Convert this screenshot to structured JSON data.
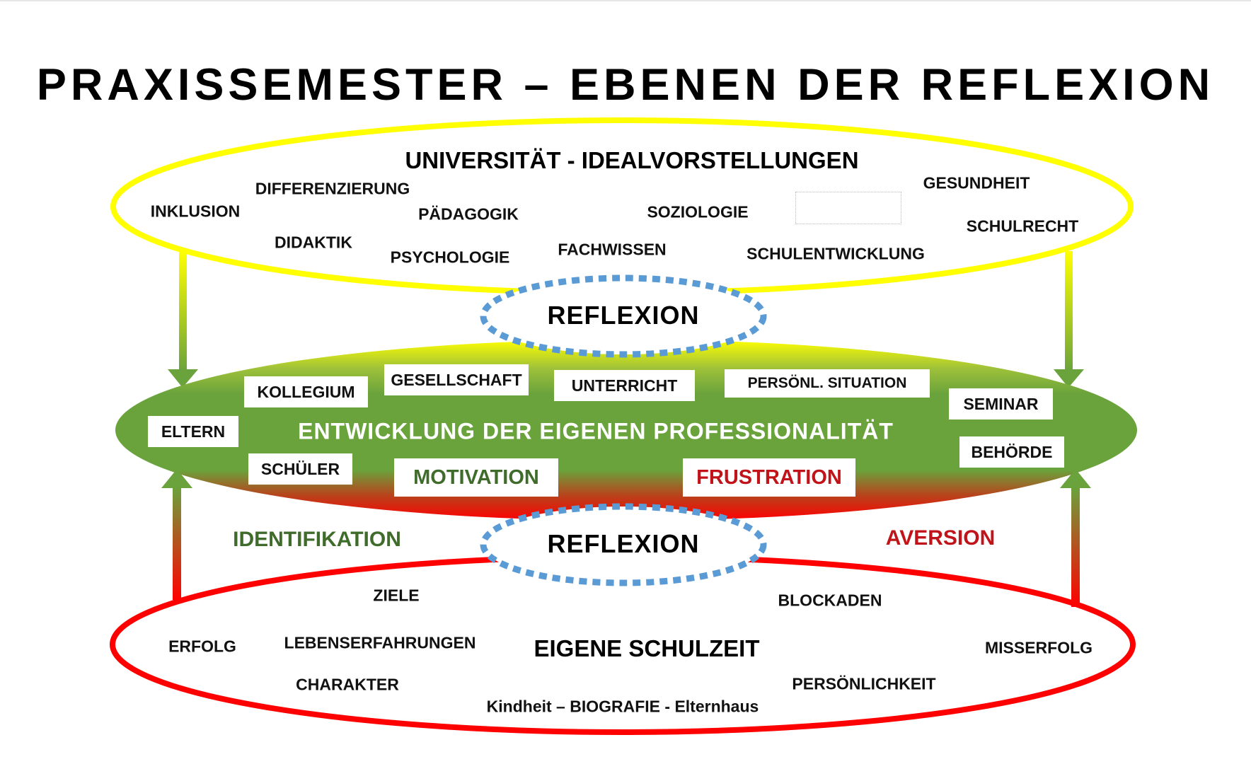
{
  "title": "PRAXISSEMESTER – EBENEN DER REFLEXION",
  "levels": {
    "university": {
      "heading": "UNIVERSITÄT - IDEALVORSTELLUNGEN",
      "terms": [
        "INKLUSION",
        "DIFFERENZIERUNG",
        "PÄDAGOGIK",
        "SOZIOLOGIE",
        "GESUNDHEIT",
        "DIDAKTIK",
        "PSYCHOLOGIE",
        "FACHWISSEN",
        "SCHULENTWICKLUNG",
        "SCHULRECHT"
      ],
      "color": "#ffff00"
    },
    "practice": {
      "heading": "ENTWICKLUNG DER EIGENEN PROFESSIONALITÄT",
      "boxes": [
        "KOLLEGIUM",
        "GESELLSCHAFT",
        "UNTERRICHT",
        "PERSÖNL. SITUATION",
        "SEMINAR",
        "ELTERN",
        "BEHÖRDE",
        "SCHÜLER"
      ],
      "motivation": "MOTIVATION",
      "frustration": "FRUSTRATION",
      "color": "#6aa33c"
    },
    "own_school": {
      "heading": "EIGENE SCHULZEIT",
      "terms": [
        "ZIELE",
        "BLOCKADEN",
        "ERFOLG",
        "LEBENSERFAHRUNGEN",
        "MISSERFOLG",
        "CHARAKTER",
        "PERSÖNLICHKEIT"
      ],
      "footer": "Kindheit – BIOGRAFIE - Elternhaus",
      "color": "#ff0000"
    }
  },
  "reflection": {
    "label_top": "REFLEXION",
    "label_bottom": "REFLEXION",
    "color": "#5b9bd5"
  },
  "sides": {
    "identification": "IDENTIFIKATION",
    "aversion": "AVERSION"
  },
  "colors": {
    "green_text": "#3f6b2b",
    "red_text": "#c0141a"
  }
}
